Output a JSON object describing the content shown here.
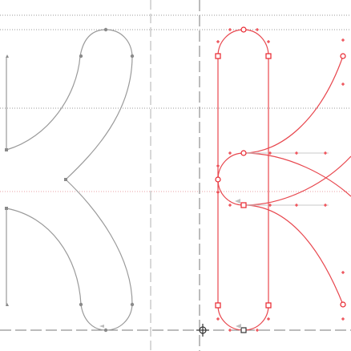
{
  "app": {
    "view": "glyph-outline-editor",
    "zoom_note": ""
  },
  "colors": {
    "background": "#ffffff",
    "inactive_outline": "#9a9a9a",
    "inactive_point": "#8a8a8a",
    "active_outline": "#e8474e",
    "active_point": "#e8232c",
    "guide_dotted": "#9a9a9a",
    "guide_red_dotted": "#e8a0a4",
    "baseline_dash": "#7a7a7a",
    "origin_marker": "#333333"
  },
  "glyphs": [
    {
      "name": "inactive-glyph",
      "state": "unselected"
    },
    {
      "name": "active-glyph",
      "state": "selected"
    }
  ],
  "markers": [
    {
      "name": "origin-marker-icon"
    }
  ]
}
